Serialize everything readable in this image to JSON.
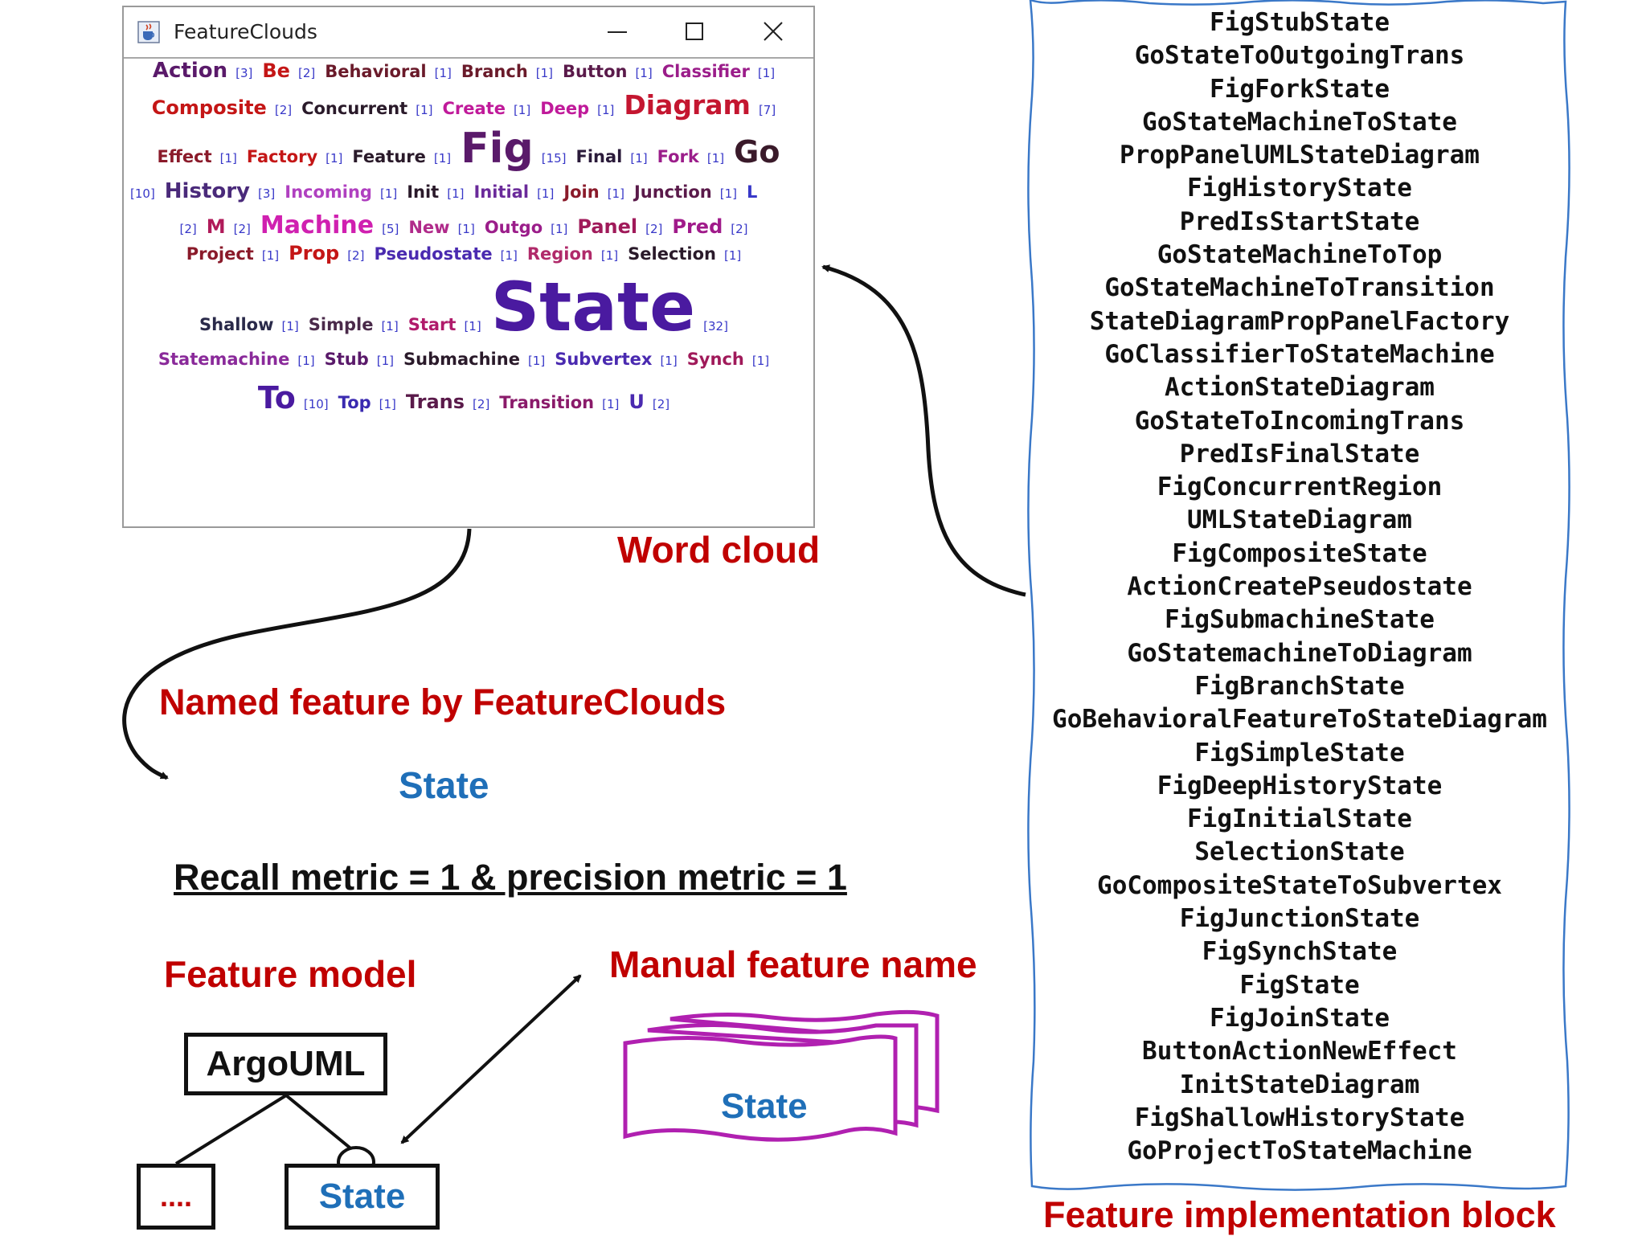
{
  "window": {
    "title": "FeatureClouds",
    "minimize_glyph": "–",
    "maximize_glyph": "☐",
    "close_glyph": "✕"
  },
  "word_cloud": {
    "rows": [
      [
        {
          "word": "Action",
          "count": "[3]",
          "size": 26,
          "color": "#5a1a6a"
        },
        {
          "word": "Be",
          "count": "[2]",
          "size": 24,
          "color": "#c41616"
        },
        {
          "word": "Behavioral",
          "count": "[1]",
          "size": 21,
          "color": "#6a1a2a"
        },
        {
          "word": "Branch",
          "count": "[1]",
          "size": 21,
          "color": "#6a1a2a"
        },
        {
          "word": "Button",
          "count": "[1]",
          "size": 21,
          "color": "#5a1a4a"
        },
        {
          "word": "Classifier",
          "count": "[1]",
          "size": 21,
          "color": "#9b1d8a"
        }
      ],
      [
        {
          "word": "Composite",
          "count": "[2]",
          "size": 24,
          "color": "#c41616"
        },
        {
          "word": "Concurrent",
          "count": "[1]",
          "size": 21,
          "color": "#2a1a2a"
        },
        {
          "word": "Create",
          "count": "[1]",
          "size": 21,
          "color": "#c01a9a"
        },
        {
          "word": "Deep",
          "count": "[1]",
          "size": 21,
          "color": "#c01a9a"
        },
        {
          "word": "Diagram",
          "count": "[7]",
          "size": 33,
          "color": "#c41630"
        }
      ],
      [
        {
          "word": "Effect",
          "count": "[1]",
          "size": 21,
          "color": "#8a1a2a"
        },
        {
          "word": "Factory",
          "count": "[1]",
          "size": 21,
          "color": "#c41616"
        },
        {
          "word": "Feature",
          "count": "[1]",
          "size": 21,
          "color": "#2a1a2a"
        },
        {
          "word": "Fig",
          "count": "[15]",
          "size": 52,
          "color": "#5a1a6a"
        },
        {
          "word": "Final",
          "count": "[1]",
          "size": 21,
          "color": "#2a1a3a"
        },
        {
          "word": "Fork",
          "count": "[1]",
          "size": 21,
          "color": "#9b1d8a"
        },
        {
          "word": "Go",
          "count": "",
          "size": 38,
          "color": "#3a1a2a"
        }
      ],
      [
        {
          "word": "",
          "count": "[10]",
          "size": 21,
          "color": "#3838c8"
        },
        {
          "word": "History",
          "count": "[3]",
          "size": 26,
          "color": "#4a2a7a"
        },
        {
          "word": "Incoming",
          "count": "[1]",
          "size": 21,
          "color": "#b040c0"
        },
        {
          "word": "Init",
          "count": "[1]",
          "size": 21,
          "color": "#2a1a2a"
        },
        {
          "word": "Initial",
          "count": "[1]",
          "size": 21,
          "color": "#6a2a9a"
        },
        {
          "word": "Join",
          "count": "[1]",
          "size": 21,
          "color": "#8a1a2a"
        },
        {
          "word": "Junction",
          "count": "[1]",
          "size": 21,
          "color": "#5a1a4a"
        },
        {
          "word": "L",
          "count": "",
          "size": 21,
          "color": "#3838c8"
        }
      ],
      [
        {
          "word": "",
          "count": "[2]",
          "size": 21,
          "color": "#3838c8"
        },
        {
          "word": "M",
          "count": "[2]",
          "size": 24,
          "color": "#b01a5a"
        },
        {
          "word": "Machine",
          "count": "[5]",
          "size": 30,
          "color": "#d020b0"
        },
        {
          "word": "New",
          "count": "[1]",
          "size": 21,
          "color": "#b02a8a"
        },
        {
          "word": "Outgo",
          "count": "[1]",
          "size": 21,
          "color": "#9b1d8a"
        },
        {
          "word": "Panel",
          "count": "[2]",
          "size": 24,
          "color": "#a01a5a"
        },
        {
          "word": "Pred",
          "count": "[2]",
          "size": 24,
          "color": "#a01a8a"
        }
      ],
      [
        {
          "word": "Project",
          "count": "[1]",
          "size": 21,
          "color": "#8a1a2a"
        },
        {
          "word": "Prop",
          "count": "[2]",
          "size": 24,
          "color": "#c41616"
        },
        {
          "word": "Pseudostate",
          "count": "[1]",
          "size": 21,
          "color": "#4a2ab0"
        },
        {
          "word": "Region",
          "count": "[1]",
          "size": 21,
          "color": "#b02a6a"
        },
        {
          "word": "Selection",
          "count": "[1]",
          "size": 21,
          "color": "#2a1a2a"
        }
      ],
      [
        {
          "word": "Shallow",
          "count": "[1]",
          "size": 21,
          "color": "#2a2a4a"
        },
        {
          "word": "Simple",
          "count": "[1]",
          "size": 21,
          "color": "#4a2a4a"
        },
        {
          "word": "Start",
          "count": "[1]",
          "size": 21,
          "color": "#b01a6a"
        },
        {
          "word": "State",
          "count": "[32]",
          "size": 84,
          "color": "#4a1aa0"
        }
      ],
      [
        {
          "word": "Statemachine",
          "count": "[1]",
          "size": 21,
          "color": "#8a2a9a"
        },
        {
          "word": "Stub",
          "count": "[1]",
          "size": 21,
          "color": "#5a1a6a"
        },
        {
          "word": "Submachine",
          "count": "[1]",
          "size": 21,
          "color": "#2a1a2a"
        },
        {
          "word": "Subvertex",
          "count": "[1]",
          "size": 21,
          "color": "#4a2ab0"
        },
        {
          "word": "Synch",
          "count": "[1]",
          "size": 21,
          "color": "#a01a5a"
        }
      ],
      [
        {
          "word": "To",
          "count": "[10]",
          "size": 38,
          "color": "#4a1aa0"
        },
        {
          "word": "Top",
          "count": "[1]",
          "size": 21,
          "color": "#3a2ab0"
        },
        {
          "word": "Trans",
          "count": "[2]",
          "size": 24,
          "color": "#5a1a4a"
        },
        {
          "word": "Transition",
          "count": "[1]",
          "size": 21,
          "color": "#8a1a6a"
        },
        {
          "word": "U",
          "count": "[2]",
          "size": 24,
          "color": "#4a2ab0"
        }
      ]
    ]
  },
  "labels": {
    "word_cloud": "Word cloud",
    "named_feature": "Named feature by FeatureClouds",
    "named_feature_value": "State",
    "recall": "Recall metric = 1 & precision metric = 1",
    "feature_model": "Feature model",
    "manual_feature_name": "Manual feature name",
    "manual_feature_value": "State",
    "feature_implementation_block": "Feature implementation block"
  },
  "feature_model": {
    "root": "ArgoUML",
    "child_other": "....",
    "child_state": "State"
  },
  "implementation_block": [
    "FigStubState",
    "GoStateToOutgoingTrans",
    "FigForkState",
    "GoStateMachineToState",
    "PropPanelUMLStateDiagram",
    "FigHistoryState",
    "PredIsStartState",
    "GoStateMachineToTop",
    "GoStateMachineToTransition",
    "StateDiagramPropPanelFactory",
    "GoClassifierToStateMachine",
    "ActionStateDiagram",
    "GoStateToIncomingTrans",
    "PredIsFinalState",
    "FigConcurrentRegion",
    "UMLStateDiagram",
    "FigCompositeState",
    "ActionCreatePseudostate",
    "FigSubmachineState",
    "GoStatemachineToDiagram",
    "FigBranchState",
    "GoBehavioralFeatureToStateDiagram",
    "FigSimpleState",
    "FigDeepHistoryState",
    "FigInitialState",
    "SelectionState",
    "GoCompositeStateToSubvertex",
    "FigJunctionState",
    "FigSynchState",
    "FigState",
    "FigJoinState",
    "ButtonActionNewEffect",
    "InitStateDiagram",
    "FigShallowHistoryState",
    "GoProjectToStateMachine"
  ],
  "colors": {
    "label_red": "#c00000",
    "label_blue": "#1f6fb8",
    "stack_magenta": "#b020b0",
    "block_border": "#3a78c8"
  },
  "icons": {
    "app": "java-cup-icon"
  }
}
